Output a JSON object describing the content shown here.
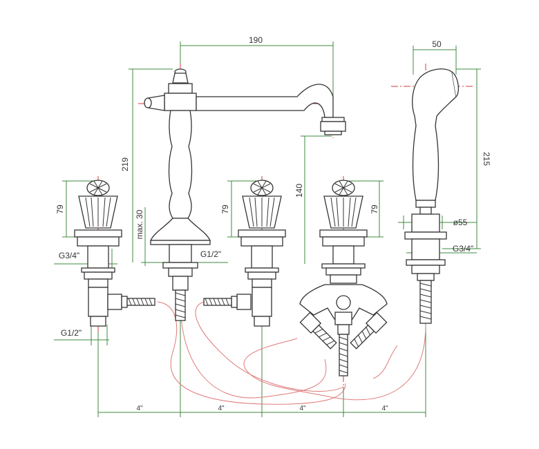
{
  "dimensions": {
    "spout_reach": "190",
    "handshower_width": "50",
    "spout_height": "219",
    "spout_outlet_height": "140",
    "handshower_height": "215",
    "handle_height": "79",
    "max_deck": "max. 30",
    "handshower_diameter": "ø55",
    "spacing": "4\""
  },
  "threads": {
    "valve_inlet": "G3/4\"",
    "valve_outlet": "G1/2\"",
    "spout_connection": "G1/2\"",
    "handshower_connection": "G3/4\""
  },
  "colors": {
    "dimension_lines": "#3c8a3c",
    "center_lines": "#d23a3a",
    "hoses": "#e07a7a",
    "outline": "#333333"
  }
}
